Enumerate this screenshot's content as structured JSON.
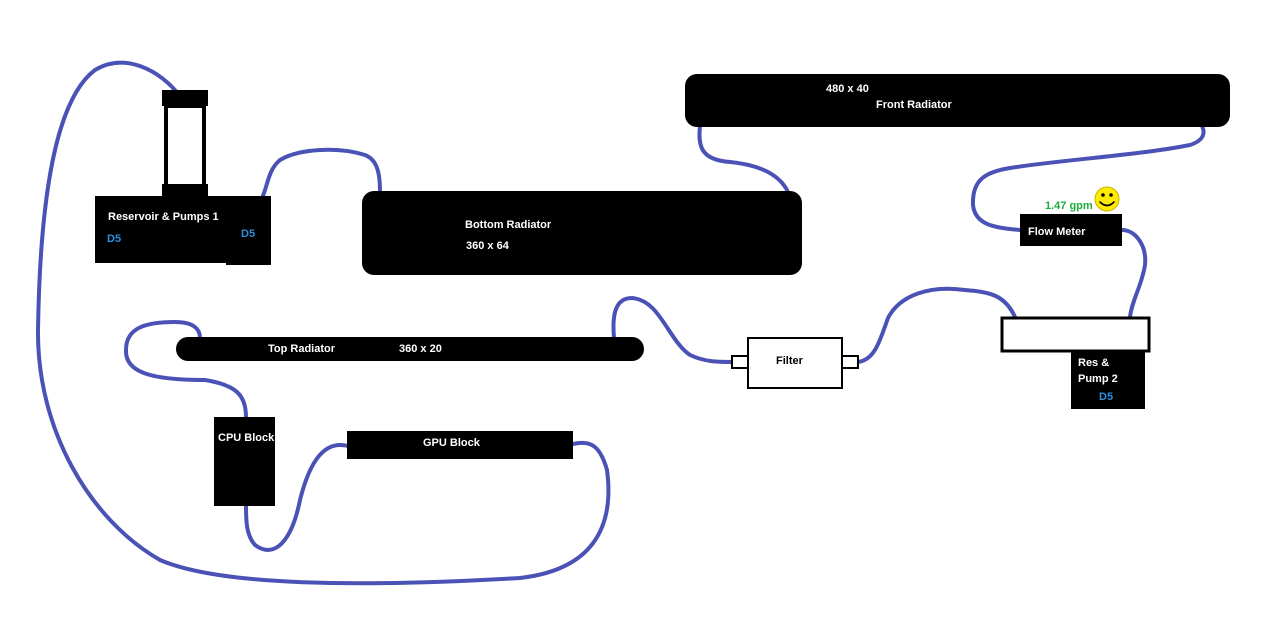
{
  "colors": {
    "tube": "#4a53b5",
    "component": "#000000",
    "label": "#ffffff",
    "pump_label": "#2f8fdc",
    "flow_value": "#1faa3c",
    "smiley_face": "#ffeb00",
    "background": "#ffffff"
  },
  "components": {
    "reservoir": {
      "label": "Reservoir & Pumps 1",
      "pump_left": "D5",
      "pump_right": "D5"
    },
    "bottom_radiator": {
      "name": "Bottom Radiator",
      "size": "360 x 64"
    },
    "front_radiator": {
      "size": "480 x 40",
      "name": "Front Radiator"
    },
    "flow_meter": {
      "label": "Flow Meter",
      "reading": "1.47 gpm",
      "indicator_icon": "smiley-icon"
    },
    "res_pump_2": {
      "line1": "Res &",
      "line2": "Pump 2",
      "pump": "D5"
    },
    "filter": {
      "label": "Filter"
    },
    "top_radiator": {
      "name": "Top Radiator",
      "size": "360 x 20"
    },
    "cpu_block": {
      "label": "CPU Block"
    },
    "gpu_block": {
      "label": "GPU Block"
    }
  }
}
